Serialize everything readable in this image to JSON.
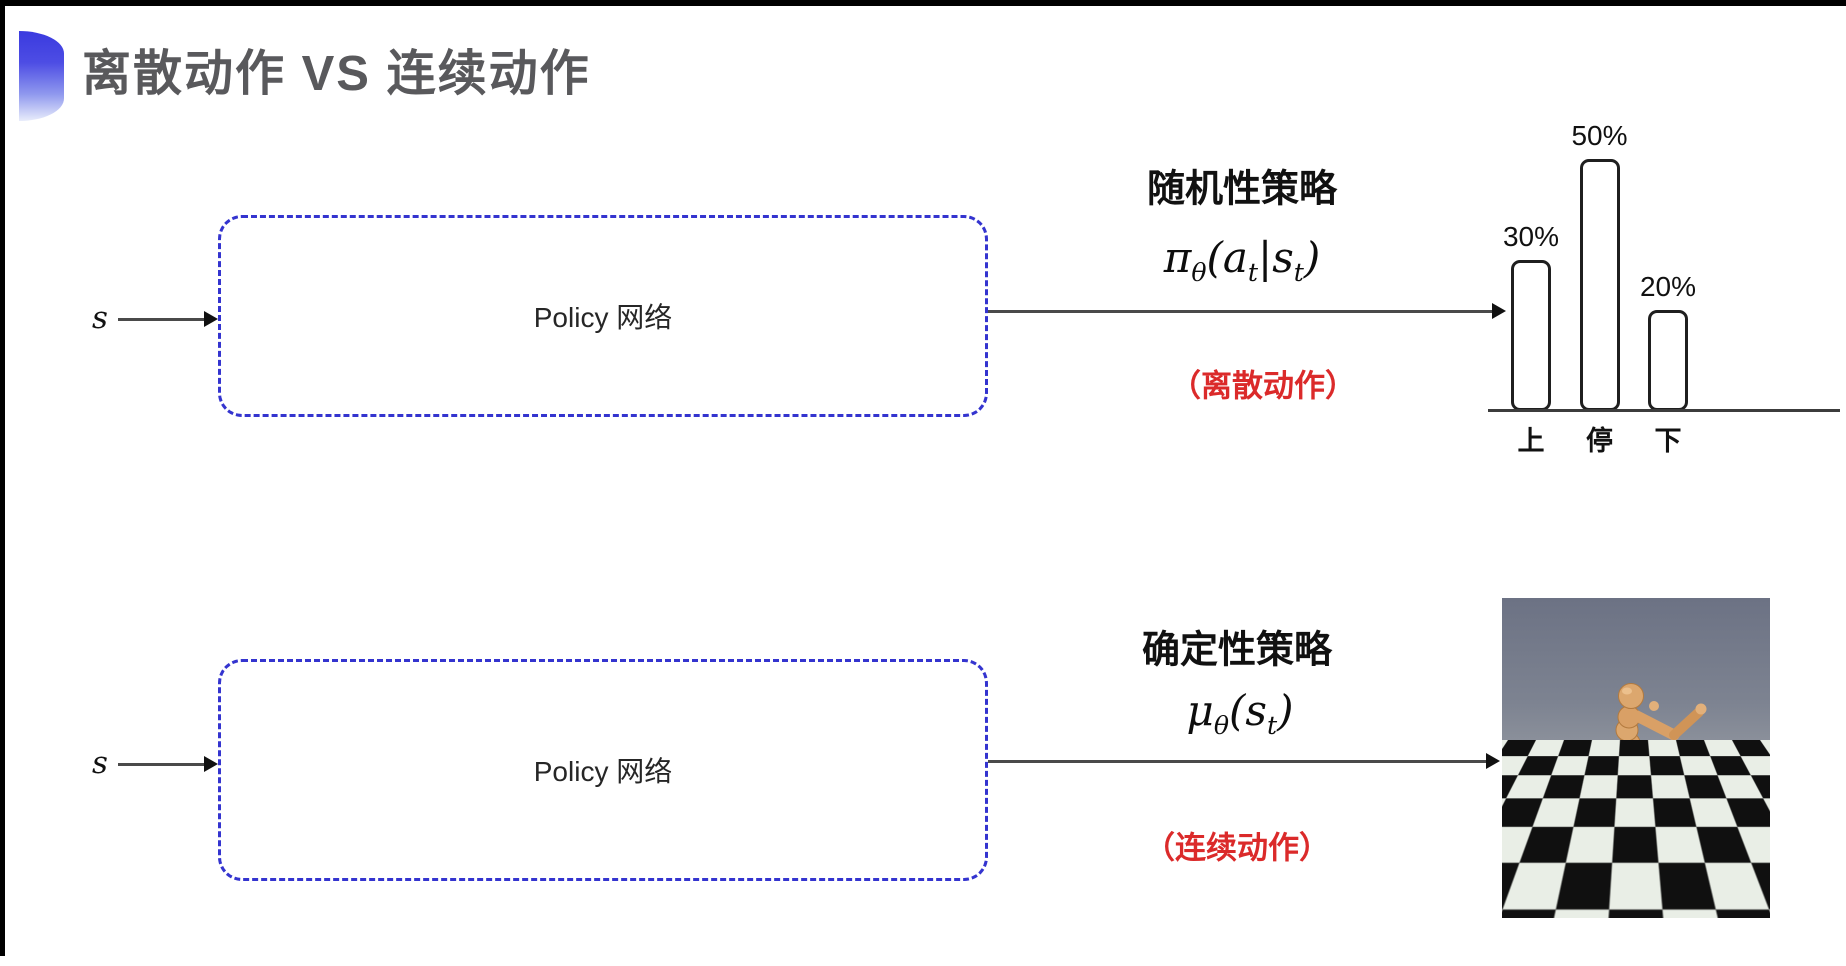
{
  "header": {
    "title": "离散动作 VS 连续动作",
    "bullet_icon": "blue-semicircle"
  },
  "rows": [
    {
      "input_label": "s",
      "box_label": "Policy 网络",
      "policy_title": "随机性策略",
      "formula": {
        "sym": "π",
        "sub": "θ",
        "open": "(",
        "a1": "a",
        "a1sub": "t",
        "pipe": "|",
        "a2": "s",
        "a2sub": "t",
        "close": ")"
      },
      "caption": "（离散动作）"
    },
    {
      "input_label": "s",
      "box_label": "Policy 网络",
      "policy_title": "确定性策略",
      "formula": {
        "sym": "μ",
        "sub": "θ",
        "open": "(",
        "a1": "s",
        "a1sub": "t",
        "close": ")"
      },
      "caption": "（连续动作）"
    }
  ],
  "chart_data": {
    "type": "bar",
    "categories": [
      "上",
      "停",
      "下"
    ],
    "values": [
      30,
      50,
      20
    ],
    "value_labels": [
      "30%",
      "50%",
      "20%"
    ],
    "title": "",
    "xlabel": "",
    "ylabel": "",
    "ylim": [
      0,
      55
    ],
    "grid": false,
    "legend": "none",
    "bar_style": "white-fill-black-outline-rounded"
  },
  "sim_image": {
    "description": "mujoco-humanoid-on-checkerboard-floor"
  },
  "colors": {
    "box_dash_blue": "#3434cf",
    "caption_red": "#db2a2a",
    "title_gray": "#59595c",
    "bullet_blue": "#3a3adf",
    "arrow_gray": "#4a4a4a"
  }
}
